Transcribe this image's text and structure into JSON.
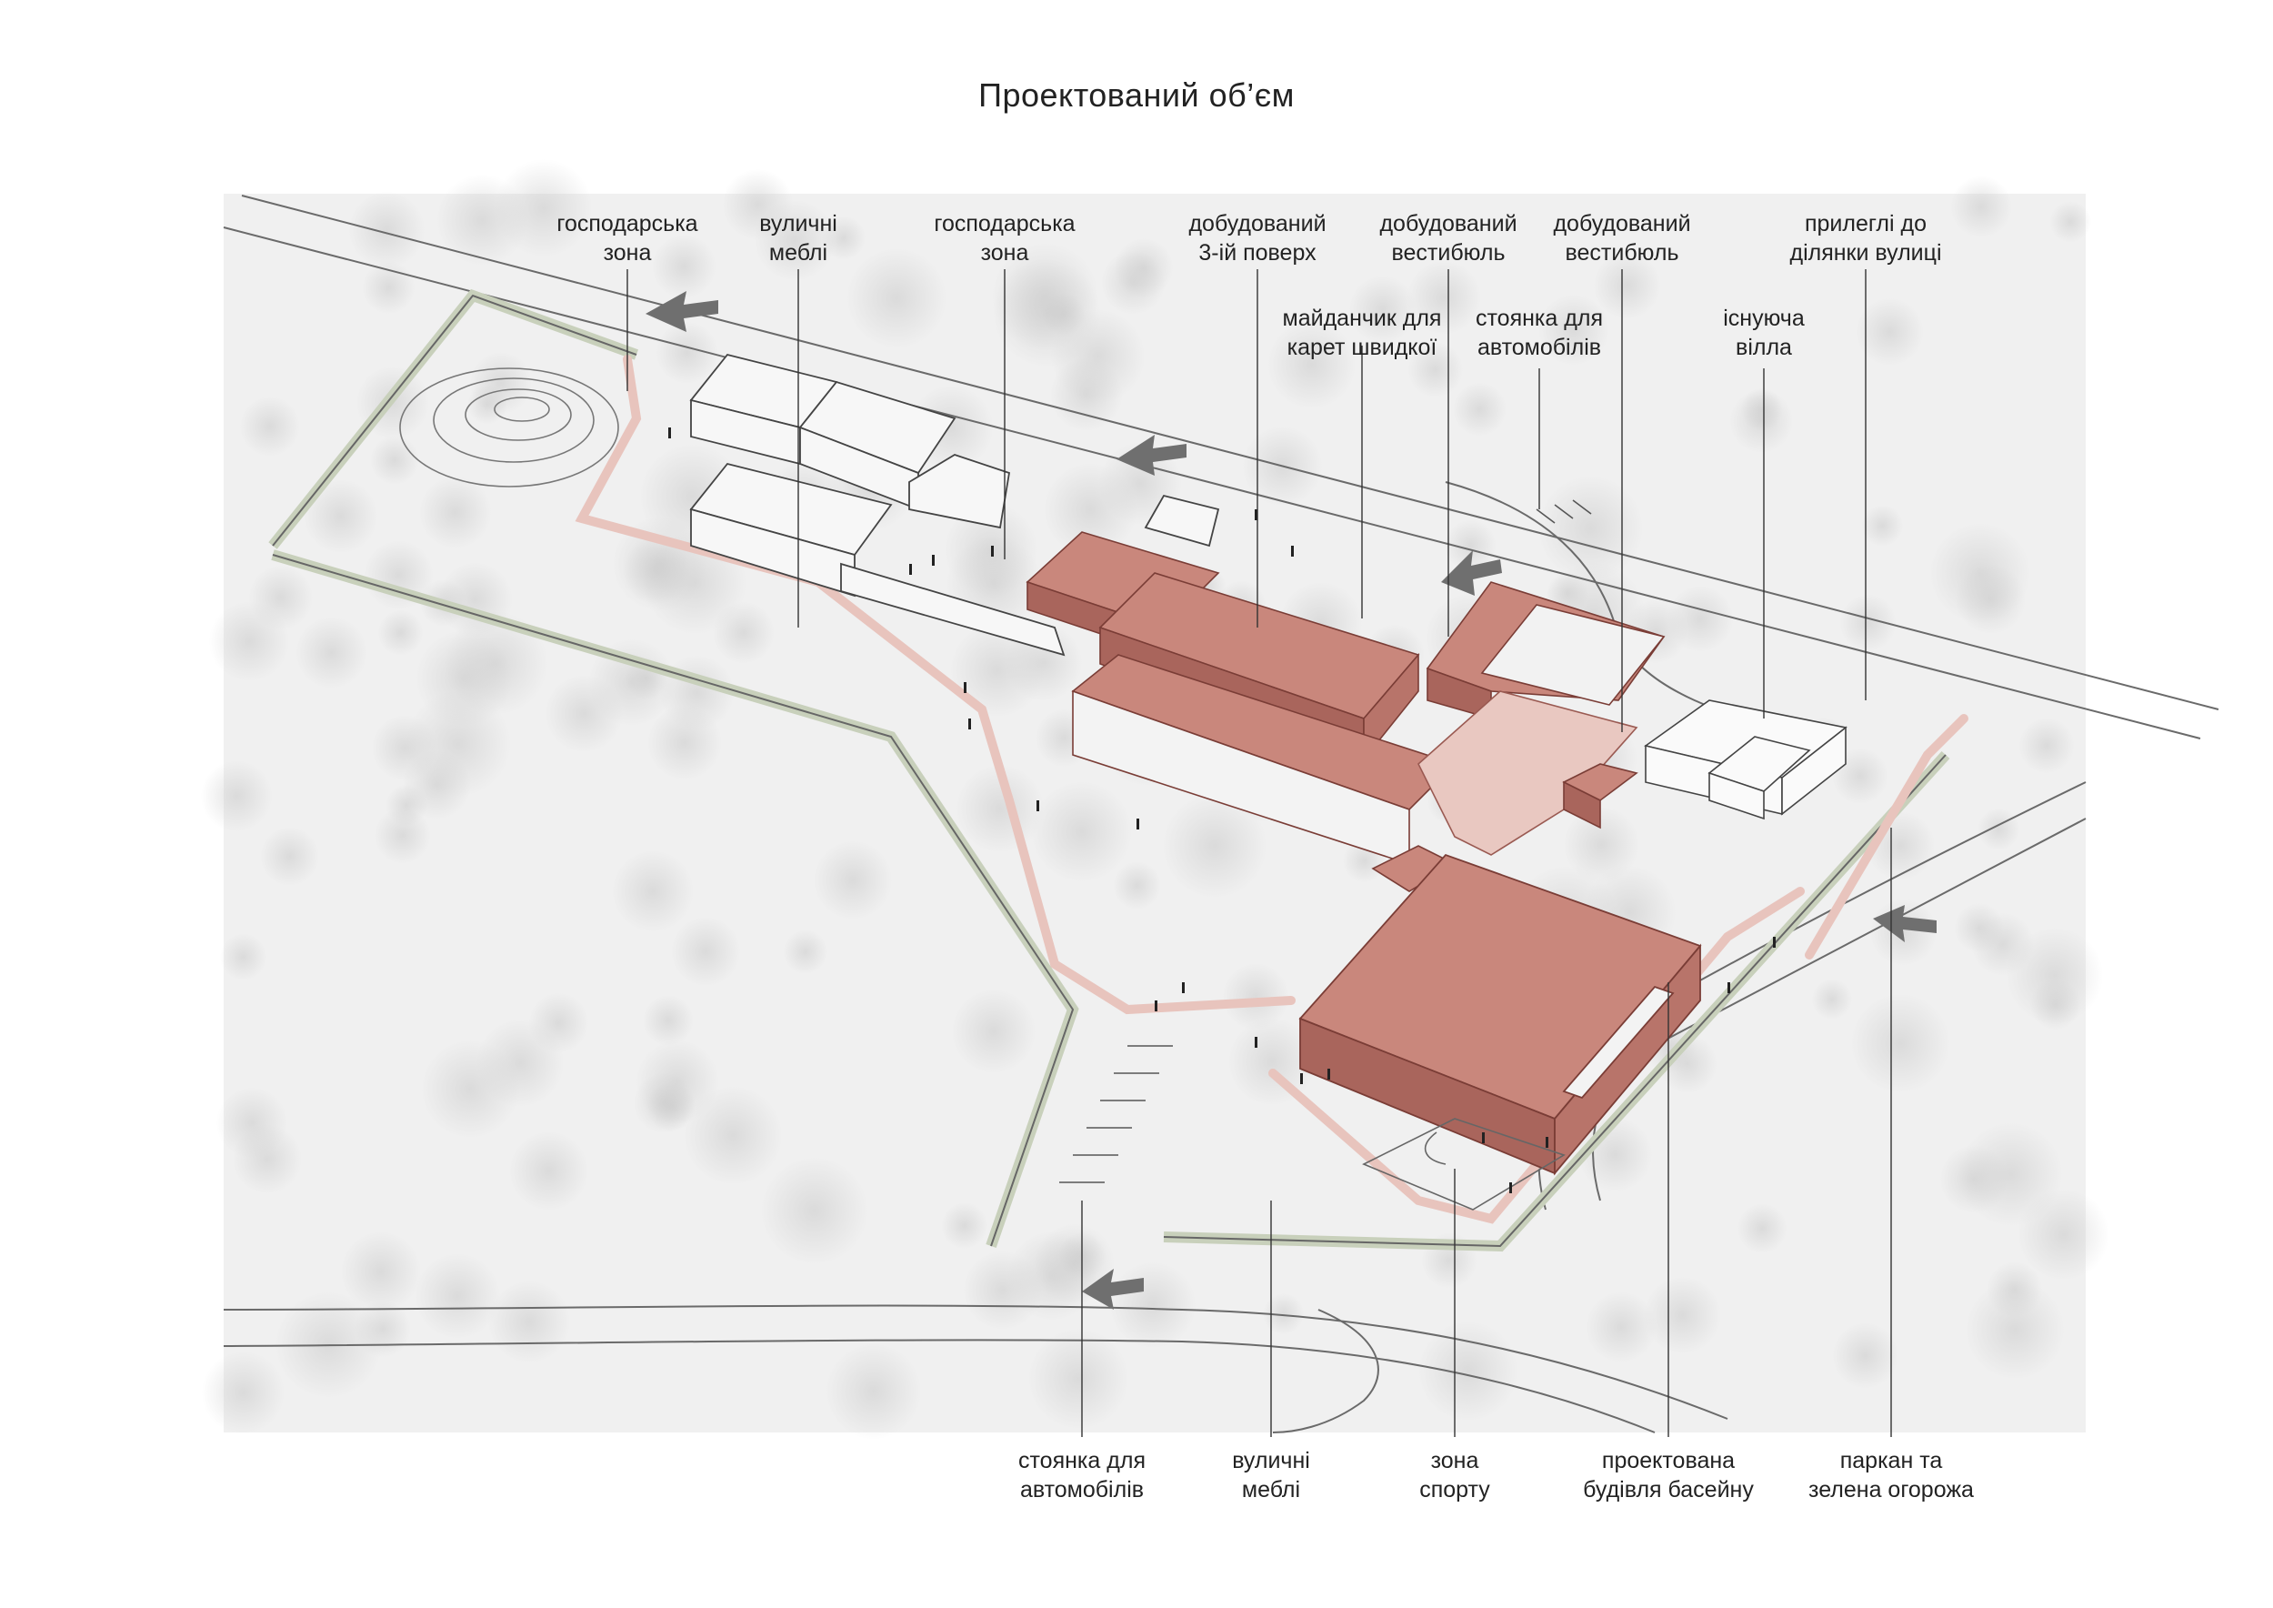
{
  "title": "Проектований об’єм",
  "labels_top": [
    {
      "id": "hosp-zone-1",
      "lines": [
        "господарська",
        "зона"
      ]
    },
    {
      "id": "street-furniture-top",
      "lines": [
        "вуличні",
        "меблі"
      ]
    },
    {
      "id": "hosp-zone-2",
      "lines": [
        "господарська",
        "зона"
      ]
    },
    {
      "id": "added-floor",
      "lines": [
        "добудований",
        "3-ій поверх"
      ]
    },
    {
      "id": "ambulance-area",
      "lines": [
        "майданчик для",
        "карет швидкої"
      ]
    },
    {
      "id": "added-vestibule-1",
      "lines": [
        "добудований",
        "вестибюль"
      ]
    },
    {
      "id": "parking-top",
      "lines": [
        "стоянка для",
        "автомобілів"
      ]
    },
    {
      "id": "added-vestibule-2",
      "lines": [
        "добудований",
        "вестибюль"
      ]
    },
    {
      "id": "existing-villa",
      "lines": [
        "існуюча",
        "вілла"
      ]
    },
    {
      "id": "adjacent-streets",
      "lines": [
        "прилеглі до",
        "ділянки вулиці"
      ]
    }
  ],
  "labels_bottom": [
    {
      "id": "parking-bottom",
      "lines": [
        "стоянка для",
        "автомобілів"
      ]
    },
    {
      "id": "street-furniture-bottom",
      "lines": [
        "вуличні",
        "меблі"
      ]
    },
    {
      "id": "sport-zone",
      "lines": [
        "зона",
        "спорту"
      ]
    },
    {
      "id": "pool-building",
      "lines": [
        "проектована",
        "будівля басейну"
      ]
    },
    {
      "id": "fence-hedge",
      "lines": [
        "паркан та",
        "зелена огорожа"
      ]
    }
  ],
  "colors": {
    "roof_new": "#c9877c",
    "roof_new_dark": "#a9655c",
    "path": "#e8c4bd",
    "hedge": "#c8d0bb",
    "tree": "#bdbdbd",
    "ground": "#efefef",
    "line": "#555555",
    "arrow": "#6f6f6f"
  }
}
